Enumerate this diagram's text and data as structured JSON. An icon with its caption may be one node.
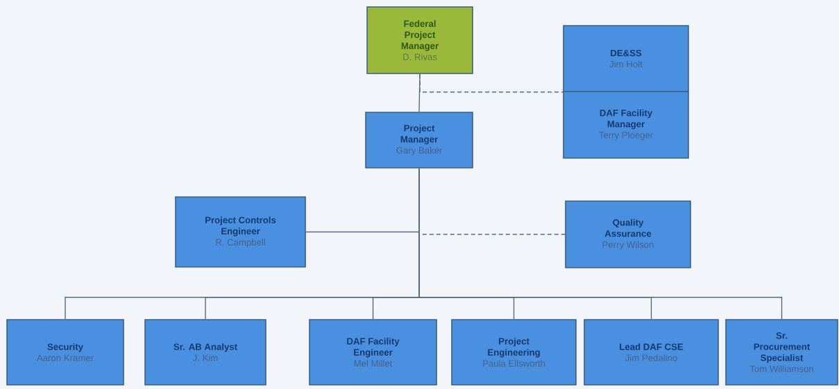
{
  "diagram": {
    "nodes": [
      {
        "text": [
          "Federal Project Manager",
          "D. Rivas"
        ]
      },
      {
        "text": [
          "DE&SS",
          "Jim Holt"
        ]
      },
      {
        "text": [
          "DAF Facility Manager",
          "Terry Ploeger"
        ]
      },
      {
        "text": [
          "Project Manager",
          "Gary Baker"
        ]
      },
      {
        "text": [
          "Project Controls Engineer",
          "R. Campbell"
        ]
      },
      {
        "text": [
          "Quality Assurance",
          "Perry Wilson"
        ]
      },
      {
        "text": [
          "Security",
          "Aaron Kramer"
        ]
      },
      {
        "text": [
          "Sr. AB Analyst",
          "J. Kim"
        ]
      },
      {
        "text": [
          "DAF Facility Engineer",
          "Mel Millet"
        ]
      },
      {
        "text": [
          "Project Engineering",
          "Paula Ellsworth"
        ]
      },
      {
        "text": [
          "Lead DAF CSE",
          "Jim Pedalino"
        ]
      },
      {
        "text": [
          "Sr. Procurement Specialist",
          "Tom Williamson"
        ]
      }
    ],
    "edges": [
      {
        "from": 0,
        "to": 3,
        "arrow": "none"
      },
      {
        "from": 0,
        "to": 1,
        "arrow": "none",
        "style": "dashed"
      },
      {
        "from": 3,
        "to": 4,
        "arrow": "none"
      },
      {
        "from": 3,
        "to": 5,
        "arrow": "none",
        "style": "dashed"
      },
      {
        "from": 3,
        "to": 6,
        "arrow": "none"
      },
      {
        "from": 3,
        "to": 7,
        "arrow": "none"
      },
      {
        "from": 3,
        "to": 8,
        "arrow": "none"
      },
      {
        "from": 3,
        "to": 9,
        "arrow": "none"
      },
      {
        "from": 3,
        "to": 10,
        "arrow": "none"
      },
      {
        "from": 3,
        "to": 11,
        "arrow": "none"
      }
    ]
  }
}
